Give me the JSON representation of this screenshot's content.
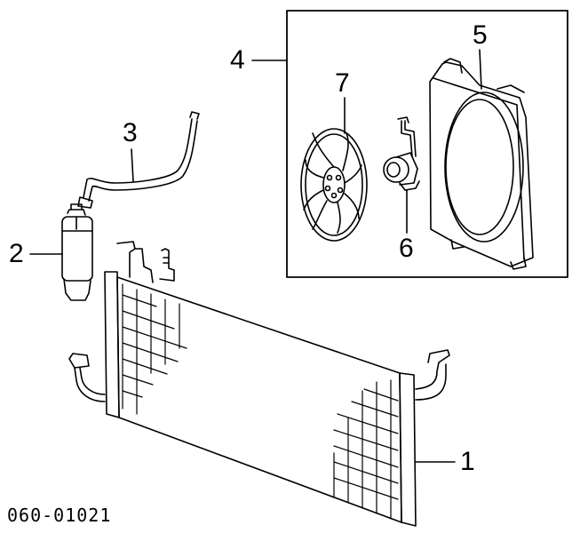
{
  "callouts": {
    "c1": "1",
    "c2": "2",
    "c3": "3",
    "c4": "4",
    "c5": "5",
    "c6": "6",
    "c7": "7"
  },
  "diagram_code": "060-01021",
  "colors": {
    "line": "#000000",
    "background": "#ffffff"
  }
}
